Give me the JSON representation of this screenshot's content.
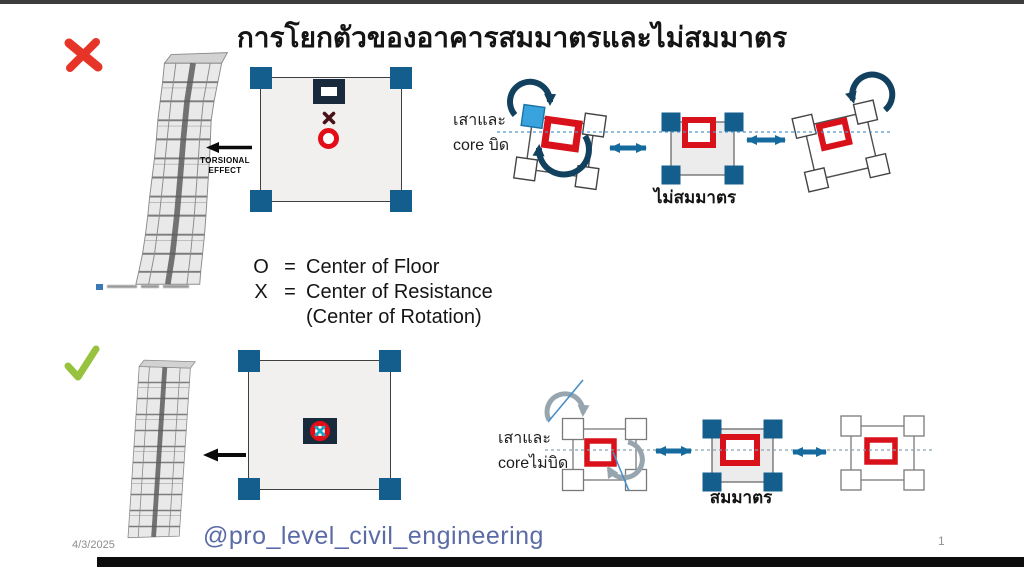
{
  "slide": {
    "title": "การโยกตัวของอาคารสมมาตรและไม่สมมาตร",
    "date": "4/3/2025",
    "watermark": "@pro_level_civil_engineering",
    "page_number": "1"
  },
  "legend": {
    "rows": [
      {
        "symbol": "O",
        "eq": "=",
        "text": "Center of Floor"
      },
      {
        "symbol": "X",
        "eq": "=",
        "text": "Center of Resistance"
      },
      {
        "symbol": "",
        "eq": "",
        "text": "(Center of Rotation)"
      }
    ]
  },
  "asymmetric_section": {
    "building_annotation_line1": "TORSIONAL",
    "building_annotation_line2": "EFFECT",
    "twist_label_line1": "เสาและ",
    "twist_label_line2": "core บิด",
    "caption": "ไม่สมมาตร"
  },
  "symmetric_section": {
    "twist_label_line1": "เสาและ",
    "twist_label_line2": "coreไม่บิด",
    "caption": "สมมาตร"
  },
  "colors": {
    "column_blue": "#135e8d",
    "core_wall_navy": "#182a3c",
    "core_red": "#d8111a",
    "light_blue_column": "#38a3dc",
    "rotation_arrow_navy": "#12415f",
    "double_arrow_blue": "#156a9e",
    "cross_red": "#e63428",
    "check_green": "#97c23d",
    "watermark_blue": "#5b6ba6"
  }
}
